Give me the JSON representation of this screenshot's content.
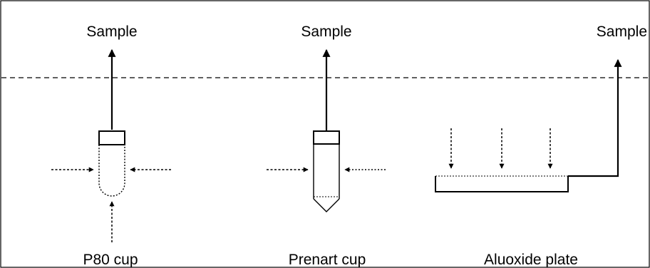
{
  "labels": {
    "sample_left": "Sample",
    "sample_middle": "Sample",
    "sample_right": "Sample",
    "p80_cup": "P80 cup",
    "prenart_cup": "Prenart cup",
    "aluoxide_plate": "Aluoxide plate"
  },
  "colors": {
    "ink": "#000000",
    "background": "#ffffff"
  }
}
